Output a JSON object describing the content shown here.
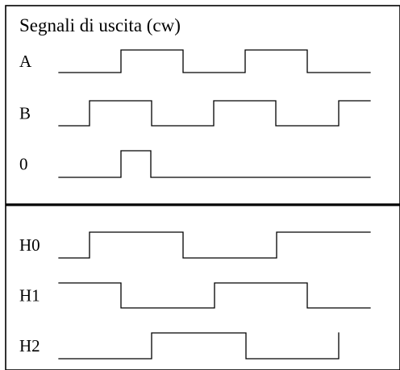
{
  "title": "Segnali di uscita (cw)",
  "signals": [
    {
      "label": "A",
      "group": "incremental",
      "start": 0,
      "edges": [
        150,
        227,
        304,
        381
      ]
    },
    {
      "label": "B",
      "group": "incremental",
      "start": 0,
      "edges": [
        111,
        188,
        265,
        342,
        420
      ]
    },
    {
      "label": "0",
      "group": "incremental",
      "start": 0,
      "edges": [
        150,
        187
      ]
    },
    {
      "label": "H0",
      "group": "hall",
      "start": 0,
      "edges": [
        111,
        227,
        343
      ]
    },
    {
      "label": "H1",
      "group": "hall",
      "start": 1,
      "edges": [
        150,
        266,
        381
      ]
    },
    {
      "label": "H2",
      "group": "hall",
      "start": 0,
      "edges": [
        188,
        305,
        420
      ]
    }
  ]
}
